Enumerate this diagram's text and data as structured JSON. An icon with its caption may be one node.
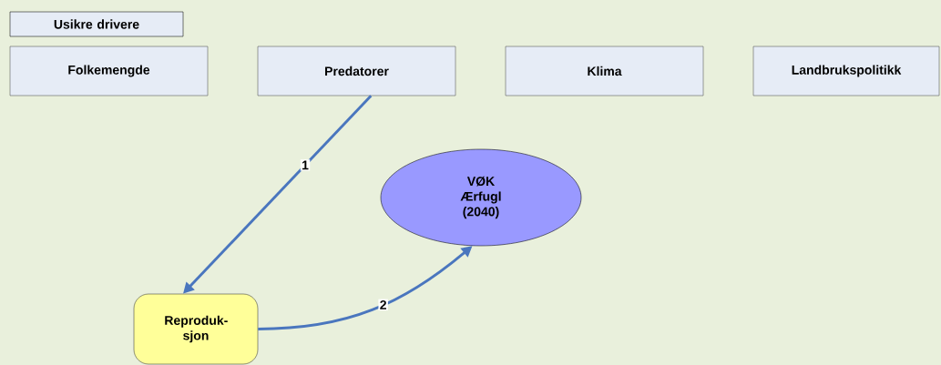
{
  "diagram": {
    "nodes": [
      {
        "text": [
          "Usikre drivere"
        ]
      },
      {
        "text": [
          "Folkemengde"
        ]
      },
      {
        "text": [
          "Predatorer"
        ]
      },
      {
        "text": [
          "Klima"
        ]
      },
      {
        "text": [
          "Landbrukspolitikk"
        ]
      },
      {
        "text": [
          "VØK Ærfugl (2040)"
        ]
      },
      {
        "text": [
          "Reproduk- sjon"
        ]
      }
    ],
    "edges": [
      {
        "from": 2,
        "to": 6,
        "arrow": "to",
        "label": "1"
      },
      {
        "from": 6,
        "to": 5,
        "arrow": "to",
        "label": "2"
      }
    ]
  }
}
